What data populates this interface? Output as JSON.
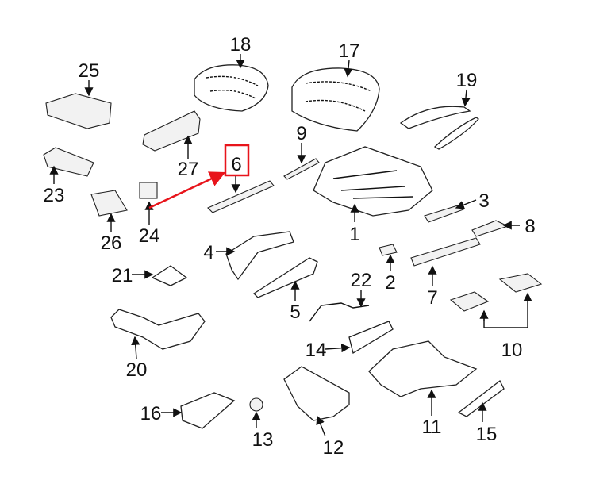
{
  "diagram": {
    "labels": {
      "p1": "1",
      "p2": "2",
      "p3": "3",
      "p4": "4",
      "p5": "5",
      "p6": "6",
      "p7": "7",
      "p8": "8",
      "p9": "9",
      "p10": "10",
      "p11": "11",
      "p12": "12",
      "p13": "13",
      "p14": "14",
      "p15": "15",
      "p16": "16",
      "p17": "17",
      "p18": "18",
      "p19": "19",
      "p20": "20",
      "p21": "21",
      "p22": "22",
      "p23": "23",
      "p24": "24",
      "p25": "25",
      "p26": "26",
      "p27": "27"
    },
    "highlight": {
      "part": "6",
      "color": "#e8141b"
    }
  }
}
